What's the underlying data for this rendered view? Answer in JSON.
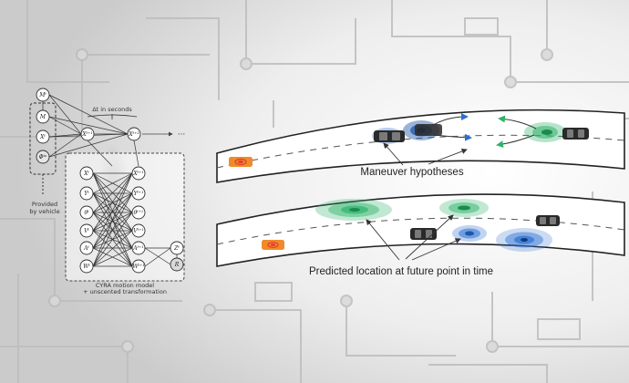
{
  "colors": {
    "background_light": "#f7f7f7",
    "background_dark": "#cfcfcf",
    "circuit": "#b9b9b9",
    "green": "#2fb36a",
    "blue": "#2b6fd1",
    "orange": "#f08a2b",
    "red": "#e23b2e",
    "car": "#2a2a2a"
  },
  "network": {
    "time_step_label": "Δt in seconds",
    "ellipsis": "···",
    "top_nodes": [
      "Mᵗ",
      "M",
      "Xᵗ",
      "Φᵗᵃ"
    ],
    "state_nodes": [
      "Xᵗ⁺¹",
      "Xᵗ⁺²"
    ],
    "sigma_nodes": [
      "Xᵗ",
      "Yᵗ",
      "θᵗ",
      "Vᵗ",
      "Aᵗ",
      "Wᵗ"
    ],
    "prop_nodes": [
      "Xᵗ⁺¹",
      "Yᵗ⁺¹",
      "θᵗ⁺¹",
      "Vᵗ⁺¹",
      "Aᵗ⁺¹",
      "Wᵗ⁺¹"
    ],
    "obs_nodes": [
      "Zᵗ",
      "R"
    ],
    "provided_label_line1": "Provided",
    "provided_label_line2": "by vehicle",
    "model_label_line1": "CYRA motion model",
    "model_label_line2": "+ unscented transformation"
  },
  "scenes": {
    "maneuver_label": "Maneuver hypotheses",
    "prediction_label": "Predicted location at future point in time"
  }
}
